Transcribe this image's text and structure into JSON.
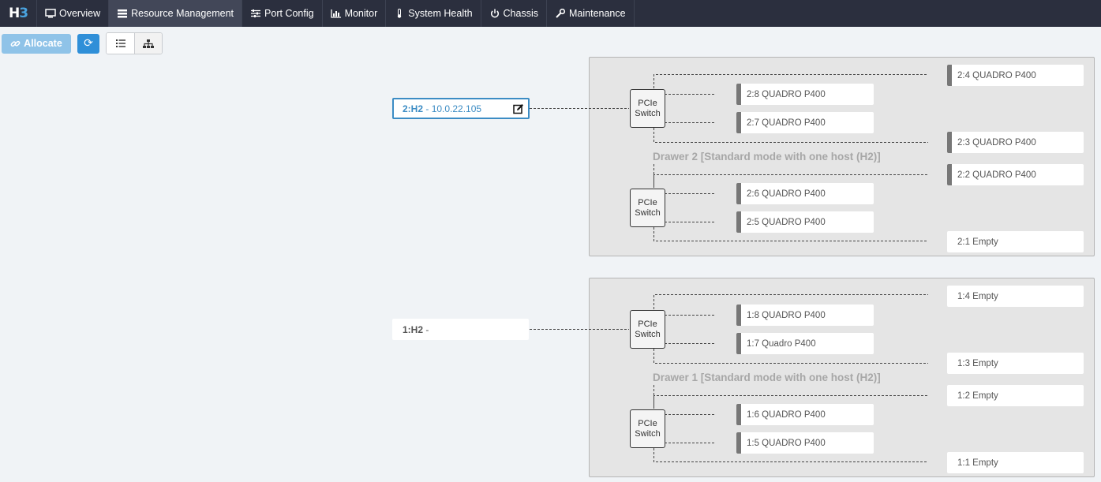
{
  "nav": {
    "logo_h": "H",
    "logo_b": "3",
    "items": [
      {
        "label": "Overview",
        "icon": "monitor-icon"
      },
      {
        "label": "Resource Management",
        "icon": "list-icon"
      },
      {
        "label": "Port Config",
        "icon": "sliders-icon"
      },
      {
        "label": "Monitor",
        "icon": "bar-chart-icon"
      },
      {
        "label": "System Health",
        "icon": "thermometer-icon"
      },
      {
        "label": "Chassis",
        "icon": "power-icon"
      },
      {
        "label": "Maintenance",
        "icon": "wrench-icon"
      }
    ]
  },
  "toolbar": {
    "allocate_label": "Allocate",
    "refresh_glyph": "⟳"
  },
  "hosts": [
    {
      "name": "2:H2",
      "ip": "- 10.0.22.105"
    },
    {
      "name": "1:H2",
      "ip": "-"
    }
  ],
  "drawers": [
    {
      "label": "Drawer 2   [Standard mode with one host (H2)]",
      "switch_label_1": "PCIe",
      "switch_label_2": "Switch",
      "slots": {
        "s4": "2:4  QUADRO P400",
        "s8": "2:8  QUADRO P400",
        "s7": "2:7  QUADRO P400",
        "s3": "2:3  QUADRO P400",
        "s2": "2:2  QUADRO P400",
        "s6": "2:6  QUADRO P400",
        "s5": "2:5  QUADRO P400",
        "s1": "2:1  Empty"
      }
    },
    {
      "label": "Drawer 1   [Standard mode with one host (H2)]",
      "switch_label_1": "PCIe",
      "switch_label_2": "Switch",
      "slots": {
        "s4": "1:4  Empty",
        "s8": "1:8  QUADRO P400",
        "s7": "1:7  Quadro P400",
        "s3": "1:3  Empty",
        "s2": "1:2  Empty",
        "s6": "1:6  QUADRO P400",
        "s5": "1:5  QUADRO P400",
        "s1": "1:1  Empty"
      }
    }
  ]
}
